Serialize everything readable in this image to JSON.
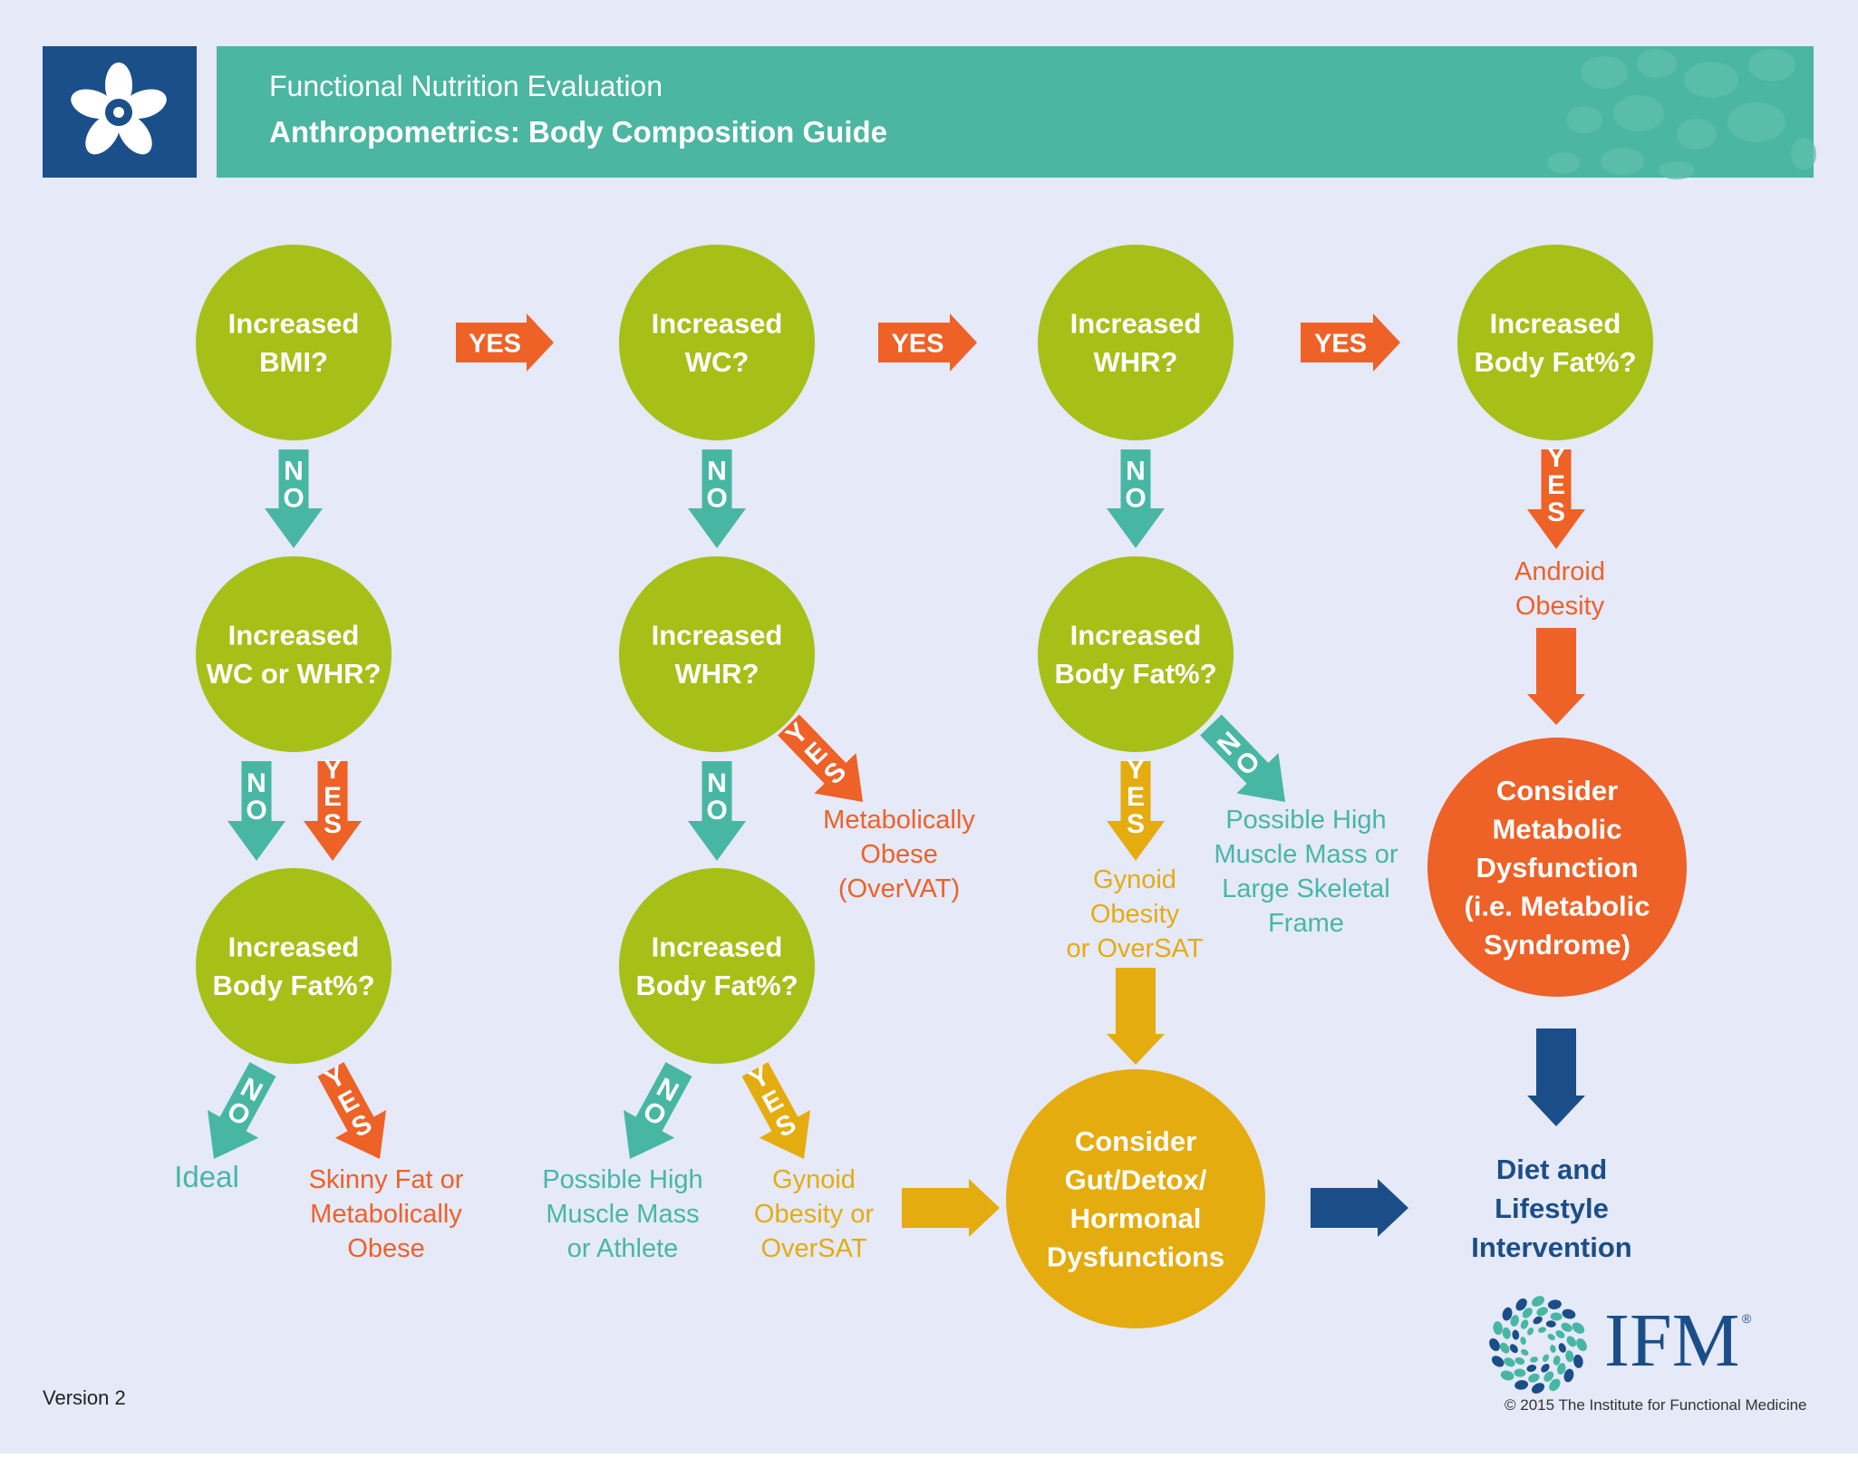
{
  "header": {
    "subtitle": "Functional Nutrition Evaluation",
    "title": "Anthropometrics: Body Composition Guide"
  },
  "colors": {
    "background": "#e5e9f8",
    "header_teal": "#4bb6a1",
    "logo_blue": "#1a4f8a",
    "green": "#a6c018",
    "orange": "#ee6127",
    "teal": "#47b7a3",
    "gold": "#e5ac10",
    "navy": "#1b4e88"
  },
  "nodes": {
    "c1_bmi": [
      "Increased",
      "BMI?"
    ],
    "c1_wc_whr": [
      "Increased",
      "WC or WHR?"
    ],
    "c1_body_fat": [
      "Increased",
      "Body Fat%?"
    ],
    "c2_wc": [
      "Increased",
      "WC?"
    ],
    "c2_whr": [
      "Increased",
      "WHR?"
    ],
    "c2_body_fat": [
      "Increased",
      "Body Fat%?"
    ],
    "c3_whr": [
      "Increased",
      "WHR?"
    ],
    "c3_body_fat": [
      "Increased",
      "Body Fat%?"
    ],
    "c4_body_fat": [
      "Increased",
      "Body Fat%?"
    ],
    "consider_gut": [
      "Consider",
      "Gut/Detox/",
      "Hormonal",
      "Dysfunctions"
    ],
    "consider_metabolic": [
      "Consider",
      "Metabolic",
      "Dysfunction",
      "(i.e. Metabolic",
      "Syndrome)"
    ]
  },
  "outcomes": {
    "ideal": [
      "Ideal"
    ],
    "skinny_fat": [
      "Skinny Fat or",
      "Metabolically",
      "Obese"
    ],
    "muscle_athlete": [
      "Possible High",
      "Muscle Mass",
      "or Athlete"
    ],
    "gynoid_c2": [
      "Gynoid",
      "Obesity or",
      "OverSAT"
    ],
    "metabolically_obese_overvat": [
      "Metabolically",
      "Obese",
      "(OverVAT)"
    ],
    "gynoid_c3": [
      "Gynoid",
      "Obesity",
      "or OverSAT"
    ],
    "muscle_skeletal": [
      "Possible High",
      "Muscle Mass or",
      "Large Skeletal",
      "Frame"
    ],
    "android_obesity": [
      "Android",
      "Obesity"
    ],
    "diet_lifestyle": [
      "Diet and",
      "Lifestyle",
      "Intervention"
    ]
  },
  "arrow_labels": {
    "yes": "YES",
    "no": "NO"
  },
  "footer": {
    "version": "Version 2",
    "org_logo": "IFM",
    "registered": "®",
    "copyright": "© 2015 The Institute for Functional Medicine"
  },
  "icons": [
    "flower-logo-icon",
    "ifm-circle-logo-icon"
  ]
}
